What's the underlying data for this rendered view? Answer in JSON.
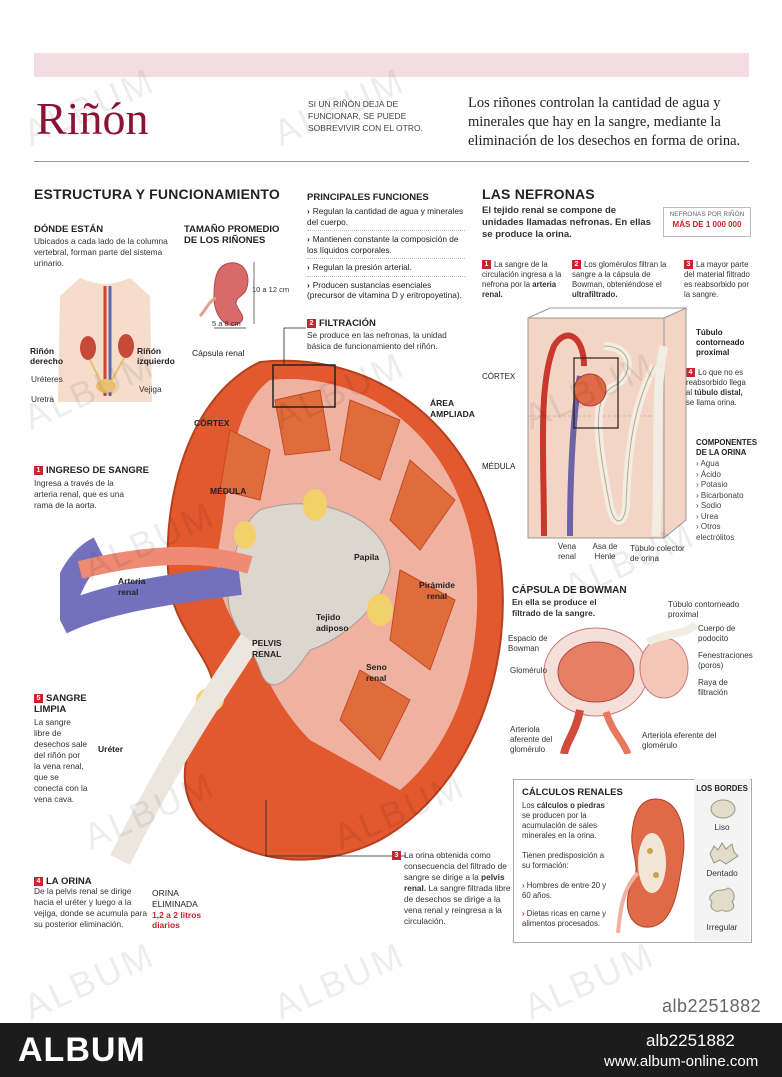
{
  "header": {
    "title": "Riñón",
    "note": "Si un riñón deja de funcionar, se puede sobrevivir con el otro.",
    "intro": "Los riñones controlan la cantidad de agua y minerales que hay en la sangre, mediante la eliminación de los desechos en forma de orina."
  },
  "estructura": {
    "heading": "ESTRUCTURA Y FUNCIONAMIENTO",
    "donde_title": "DÓNDE ESTÁN",
    "donde_text": "Ubicados a cada lado de la columna vertebral, forman parte del sistema urinario.",
    "tamano_title": "TAMAÑO PROMEDIO DE LOS RIÑONES",
    "size_height": "10 a 12 cm",
    "size_width": "5 a 8 cm",
    "body_labels": {
      "rinon_derecho": "Riñón derecho",
      "rinon_izquierdo": "Riñón izquierdo",
      "ureteres": "Uréteres",
      "vejiga": "Vejiga",
      "uretra": "Uretra"
    }
  },
  "funciones": {
    "heading": "PRINCIPALES FUNCIONES",
    "items": [
      "Regulan la cantidad de agua y minerales del cuerpo.",
      "Mantienen constante la composición de los líquidos corporales.",
      "Regulan la presión arterial.",
      "Producen sustancias esenciales (precursor de vitamina D y eritropoyetina)."
    ]
  },
  "steps": {
    "s1_num": "1",
    "s1_title": "INGRESO DE SANGRE",
    "s1_text": "Ingresa a través de la arteria renal, que es una rama de la aorta.",
    "s2_num": "2",
    "s2_title": "FILTRACIÓN",
    "s2_text": "Se produce en las nefronas, la unidad básica de funcionamiento del riñón.",
    "s3_num": "3",
    "s3_text_a": "La orina obtenida como consecuencia del filtrado de sangre se dirige a la",
    "s3_bold": "pelvis renal.",
    "s3_text_b": "La sangre filtrada libre de desechos se dirige a la vena renal y reingresa a la circulación.",
    "s4_num": "4",
    "s4_title": "LA ORINA",
    "s4_text": "De la pelvis renal se dirige hacia el uréter y luego a la vejiga, donde se acumula para su posterior eliminación.",
    "s5_num": "5",
    "s5_title": "SANGRE LIMPIA",
    "s5_text": "La sangre libre de desechos sale del riñón por la vena renal, que se conecta con la vena cava."
  },
  "kidney_labels": {
    "capsula": "Cápsula renal",
    "cortex": "CÓRTEX",
    "medula": "MÉDULA",
    "area": "ÁREA AMPLIADA",
    "arteria": "Arteria renal",
    "papila": "Papila",
    "piramide": "Pirámide renal",
    "tejido": "Tejido adiposo",
    "pelvis": "PELVIS RENAL",
    "seno": "Seno renal",
    "ureter": "Uréter"
  },
  "orina_eliminada": {
    "label": "ORINA ELIMINADA",
    "value": "1,2 a 2 litros diarios"
  },
  "nefronas": {
    "heading": "LAS NEFRONAS",
    "text": "El tejido renal se compone de unidades llamadas nefronas. En ellas se produce la orina.",
    "box_label": "NEFRONAS POR RIÑÓN",
    "box_value": "MÁS DE 1 000 000",
    "n1_num": "1",
    "n1_text": "La sangre de la circulación ingresa a la nefrona por la",
    "n1_bold": "arteria renal.",
    "n2_num": "2",
    "n2_text": "Los glomérulos filtran la sangre a la cápsula de Bowman, obteniéndose el",
    "n2_bold": "ultrafiltrado.",
    "n3_num": "3",
    "n3_text": "La mayor parte del material filtrado es reabsorbido por la sangre.",
    "tubulo_prox": "Túbulo contorneado proximal",
    "n4_num": "4",
    "n4_text_a": "Lo que no es reabsorbido llega al",
    "n4_bold": "túbulo distal,",
    "n4_text_b": "se llama orina.",
    "cortex": "CÓRTEX",
    "medula": "MÉDULA",
    "vena": "Vena renal",
    "asa": "Asa de Henle",
    "tubulo_colector": "Túbulo colector de orina"
  },
  "componentes": {
    "title": "COMPONENTES DE LA ORINA",
    "items": [
      "Agua",
      "Ácido",
      "Potasio",
      "Bicarbonato",
      "Sodio",
      "Urea",
      "Otros electrólitos"
    ]
  },
  "bowman": {
    "heading": "CÁPSULA DE BOWMAN",
    "sub": "En ella se produce el filtrado de la sangre.",
    "tubulo": "Túbulo contorneado proximal",
    "espacio": "Espacio de Bowman",
    "cuerpo": "Cuerpo de podocito",
    "fenestraciones": "Fenestraciones (poros)",
    "glomerulo": "Glomérulo",
    "raya": "Raya de filtración",
    "aferente": "Arteriola aferente del glomérulo",
    "eferente": "Arteriola eferente del glomérulo"
  },
  "calculos": {
    "heading": "CÁLCULOS RENALES",
    "text_a": "Los",
    "bold": "cálculos o piedras",
    "text_b": "se producen por la acumulación de sales minerales en la orina.",
    "pred": "Tienen predisposición a su formación:",
    "items": [
      "Hombres de entre 20 y 60 años.",
      "Dietas ricas en carne y alimentos procesados."
    ],
    "bordes_title": "LOS BORDES",
    "bordes": [
      "Liso",
      "Dentado",
      "Irregular"
    ]
  },
  "watermark": {
    "word": "ALBUM",
    "code": "alb2251882",
    "footer_logo": "ALBUM",
    "footer_code": "alb2251882",
    "footer_url": "www.album-online.com"
  },
  "colors": {
    "title": "#8b1436",
    "accent": "#c8242d",
    "kidney": "#e2582f",
    "vein": "#6b6db8"
  }
}
